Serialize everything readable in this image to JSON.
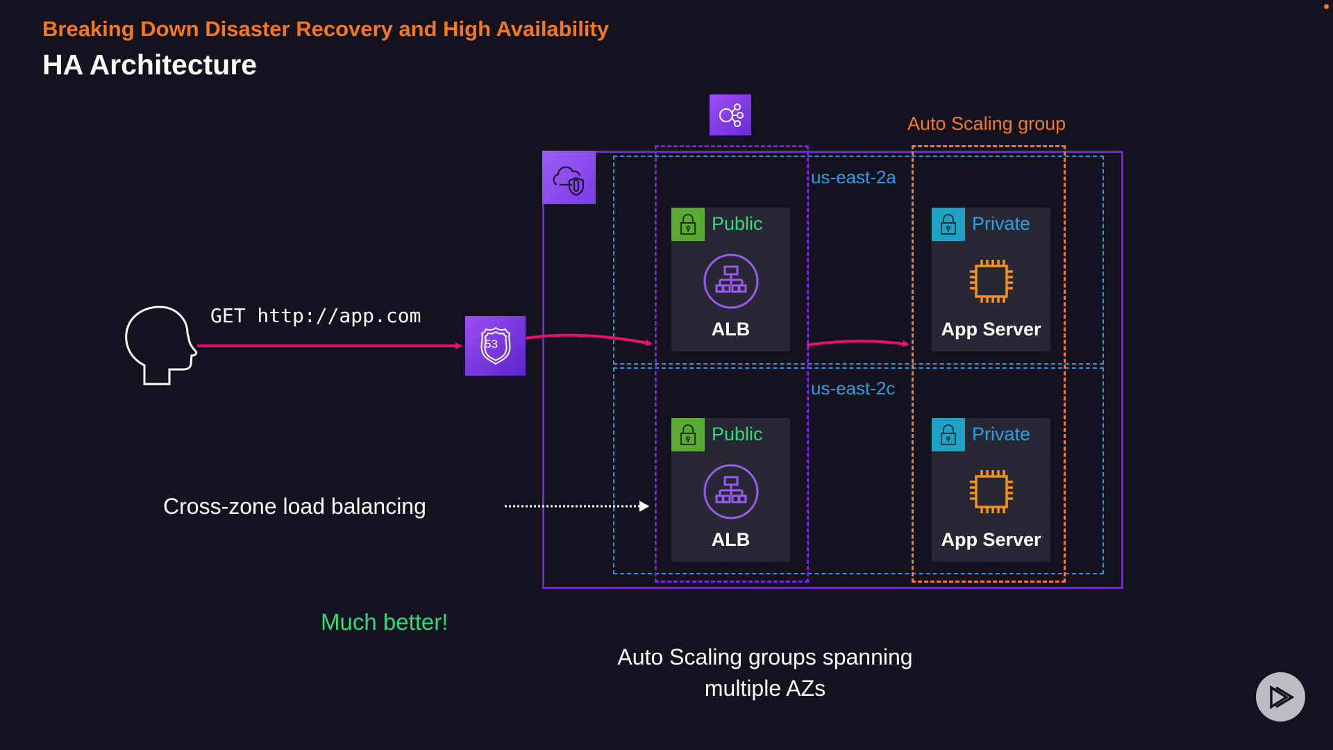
{
  "header": {
    "subtitle": "Breaking Down Disaster Recovery and High Availability",
    "title": "HA Architecture"
  },
  "client": {
    "icon": "user-head-icon",
    "request_label": "GET http://app.com"
  },
  "dns": {
    "icon": "route53-icon",
    "icon_text": "53"
  },
  "top_service": {
    "icon": "event-hub-icon"
  },
  "vpc": {
    "icon": "vpc-cloud-shield-icon"
  },
  "auto_scaling_group": {
    "label": "Auto Scaling group"
  },
  "availability_zones": [
    {
      "label": "us-east-2a",
      "public_subnet": {
        "tag": "Public",
        "component": "ALB",
        "icon": "load-balancer-icon"
      },
      "private_subnet": {
        "tag": "Private",
        "component": "App Server",
        "icon": "cpu-chip-icon"
      }
    },
    {
      "label": "us-east-2c",
      "public_subnet": {
        "tag": "Public",
        "component": "ALB",
        "icon": "load-balancer-icon"
      },
      "private_subnet": {
        "tag": "Private",
        "component": "App Server",
        "icon": "cpu-chip-icon"
      }
    }
  ],
  "annotations": {
    "cross_zone": "Cross-zone load balancing",
    "verdict": "Much better!",
    "asg_note_line1": "Auto Scaling groups spanning",
    "asg_note_line2": "multiple AZs"
  },
  "colors": {
    "background": "#13121e",
    "accent_orange": "#f4781f",
    "vpc_purple": "#7b1fe8",
    "az_blue": "#2f94d9",
    "public_green": "#2edc7b",
    "private_blue": "#2f9fe2",
    "arrow_pink": "#e8106a"
  }
}
